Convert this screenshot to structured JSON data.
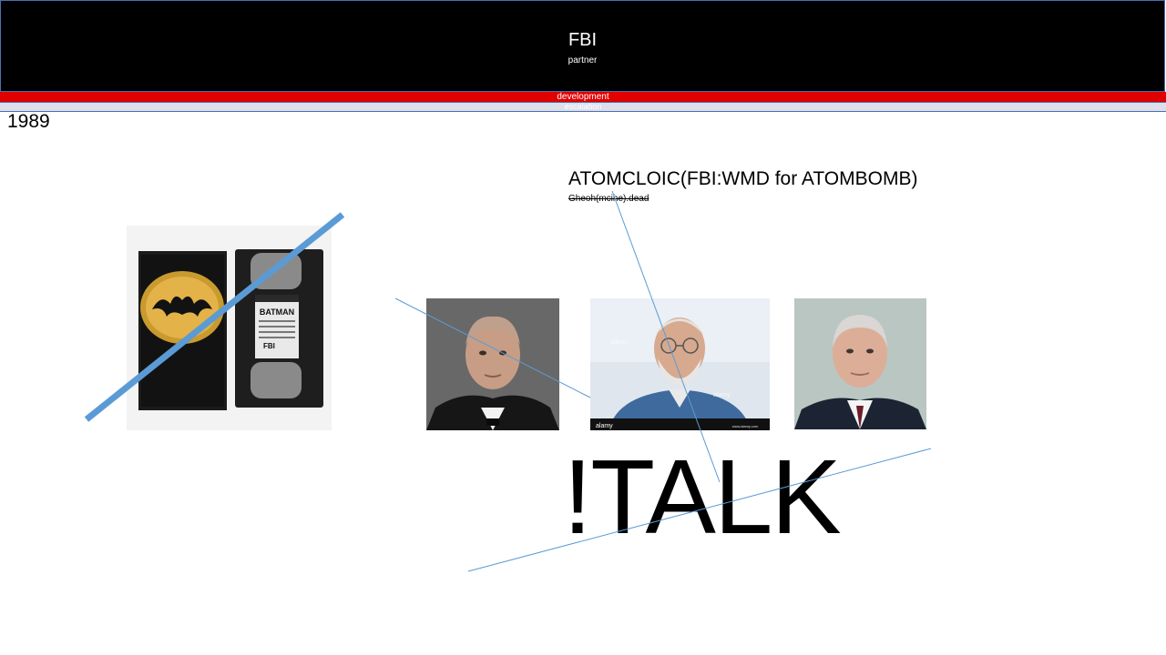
{
  "header": {
    "title": "FBI",
    "subtitle": "partner",
    "band_red": "development",
    "band_grey": "escalation"
  },
  "year_label": "1989",
  "headline": "ATOMCLOIC(FBI:WMD for ATOMBOMB)",
  "struck_note": "Gheoh(mcihe).dead",
  "big_text": "!TALK",
  "images": {
    "vhs_box_text": "BATMAN",
    "vhs_side_text": "FBI",
    "watermark": "alamy",
    "stock_caption": "www.alamy.com"
  },
  "colors": {
    "header_bg": "#000000",
    "red_band": "#e00000",
    "accent_line": "#5b9bd5"
  }
}
